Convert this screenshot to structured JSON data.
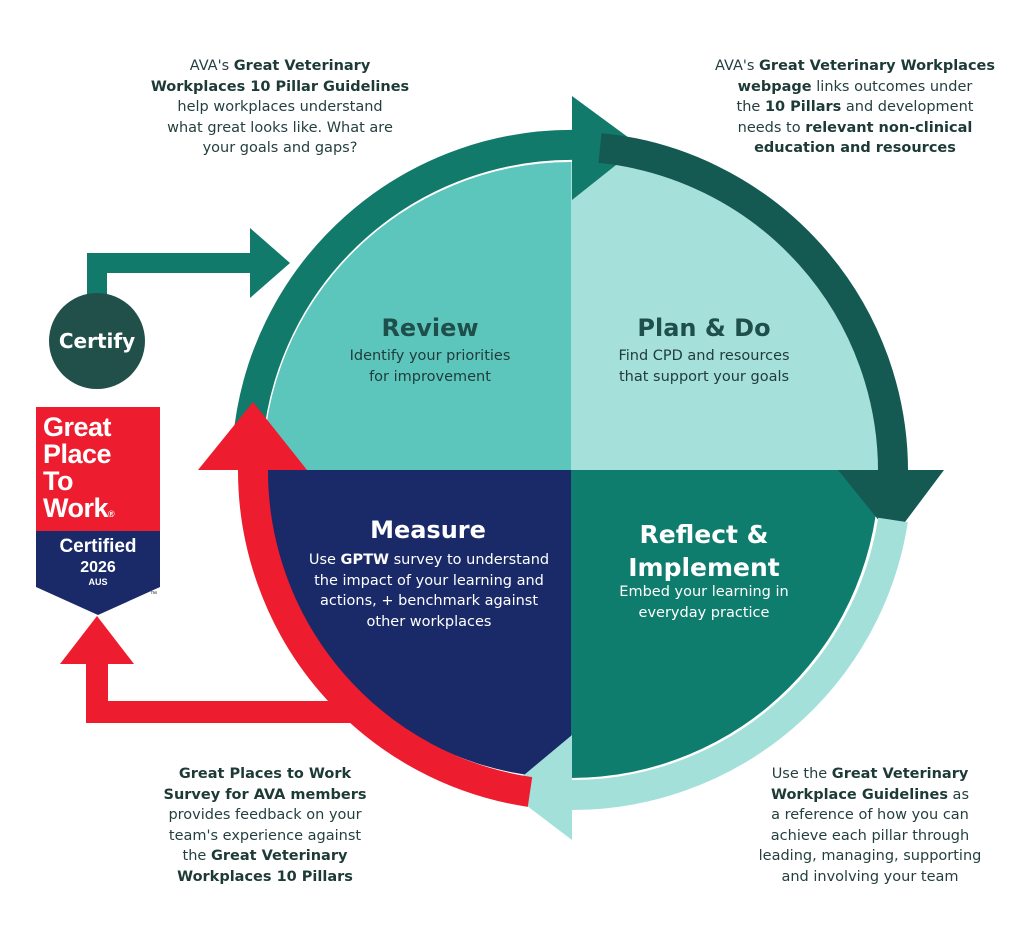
{
  "quadrants": {
    "review": {
      "title": "Review",
      "text_line1": "Identify your priorities",
      "text_line2": "for improvement",
      "color": "#5dc6bc"
    },
    "plan_do": {
      "title": "Plan & Do",
      "text_line1": "Find CPD and resources",
      "text_line2": "that support your goals",
      "color": "#a5e1da"
    },
    "measure": {
      "title": "Measure",
      "text_line1_pre": "Use ",
      "text_line1_bold": "GPTW",
      "text_line1_post": " survey to understand",
      "text_line2": "the impact of your learning and",
      "text_line3": "actions, + benchmark against",
      "text_line4": "other workplaces",
      "color": "#1a2a68"
    },
    "reflect": {
      "title_line1": "Reflect &",
      "title_line2": "Implement",
      "text_line1": "Embed your learning in",
      "text_line2": "everyday practice",
      "color": "#0f7d6e"
    }
  },
  "notes": {
    "top_left": {
      "l1_pre": "AVA's ",
      "l1_bold": "Great Veterinary",
      "l2_bold": "Workplaces 10 Pillar Guidelines",
      "l3": "help workplaces understand",
      "l4": "what great looks like. What are",
      "l5": "your goals and gaps?"
    },
    "top_right": {
      "l1_pre": "AVA's ",
      "l1_bold": "Great Veterinary Workplaces",
      "l2_bold": "webpage",
      "l2_post": " links outcomes under",
      "l3_pre": "the ",
      "l3_bold": "10 Pillars",
      "l3_post": " and development",
      "l4_pre": "needs to ",
      "l4_bold": "relevant non-clinical",
      "l5_bold": "education and resources"
    },
    "bottom_left": {
      "l1_bold": "Great Places to Work",
      "l2_bold": "Survey for AVA members",
      "l3": "provides feedback on your",
      "l4": "team's experience against",
      "l5_pre": "the ",
      "l5_bold": "Great Veterinary",
      "l6_bold": "Workplaces 10 Pillars"
    },
    "bottom_right": {
      "l1_pre": "Use the ",
      "l1_bold": "Great Veterinary",
      "l2_bold": "Workplace Guidelines",
      "l2_post": " as",
      "l3": "a reference of how you can",
      "l4": "achieve each pillar through",
      "l5": "leading, managing, supporting",
      "l6": "and involving your team"
    }
  },
  "certify": {
    "label": "Certify",
    "color": "#21504a"
  },
  "badge": {
    "line1": "Great",
    "line2": "Place",
    "line3": "To",
    "line4": "Work",
    "registered": "®",
    "certified": "Certified",
    "year": "2026",
    "country": "AUS",
    "trademark": "™",
    "red": "#ed1c2e",
    "blue": "#1a2a68"
  },
  "arrow_colors": {
    "teal_top": "#127a6a",
    "dark_right": "#145a52",
    "light_bottom": "#a3e0d9",
    "red_left": "#ed1c2e",
    "certify_arrow": "#127a6a"
  }
}
